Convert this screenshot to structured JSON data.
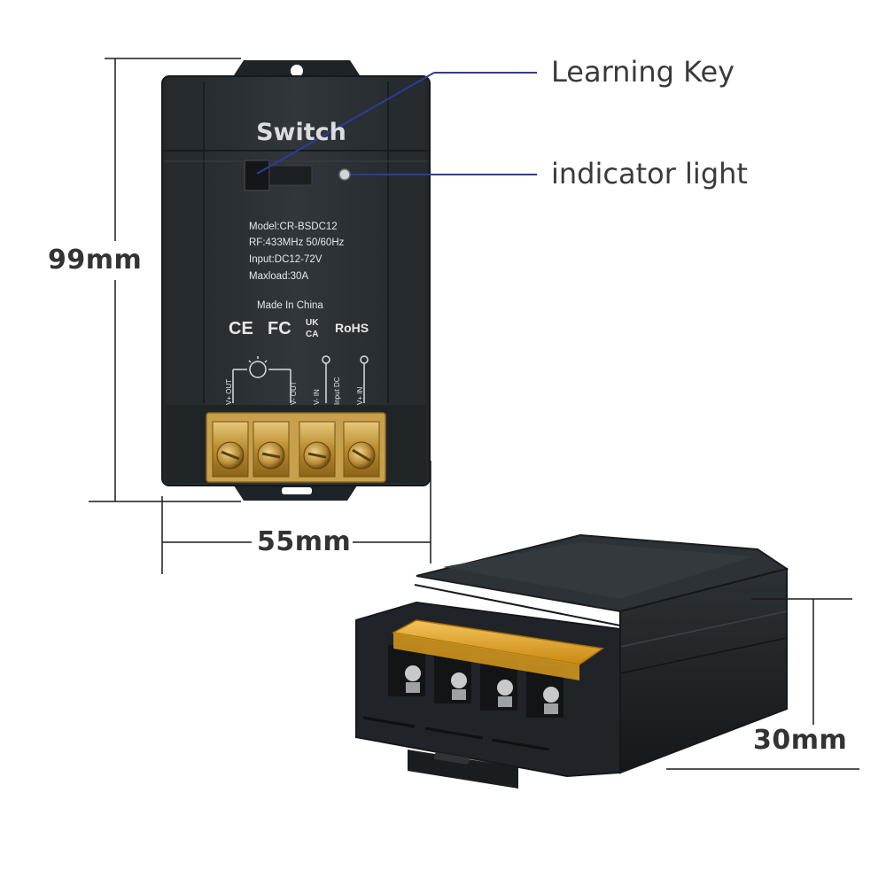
{
  "callouts": {
    "learning_key": "Learning Key",
    "indicator_light": "indicator light"
  },
  "dimensions": {
    "height": "99mm",
    "width": "55mm",
    "depth": "30mm"
  },
  "device_front": {
    "title": "Switch",
    "model": "Model:CR-BSDC12",
    "rf": "RF:433MHz 50/60Hz",
    "input": "Input:DC12-72V",
    "maxload": "Maxload:30A",
    "origin": "Made In China",
    "cert_ce": "CE",
    "cert_fc": "FC",
    "cert_ukca_top": "UK",
    "cert_ukca_bottom": "CA",
    "cert_rohs": "RoHS",
    "terminal_v_plus_out": "V+ OUT",
    "terminal_v_minus_out": "V- OUT",
    "terminal_v_minus_in": "V- IN",
    "terminal_input_dc": "Input DC",
    "terminal_v_plus_in": "V+ IN"
  },
  "colors": {
    "body": "#2a2f33",
    "body_edge": "#1c2024",
    "callout_line": "#2f3a9a",
    "terminal_brass": "#c9a24a",
    "terminal_cover": "#e2a62a"
  }
}
